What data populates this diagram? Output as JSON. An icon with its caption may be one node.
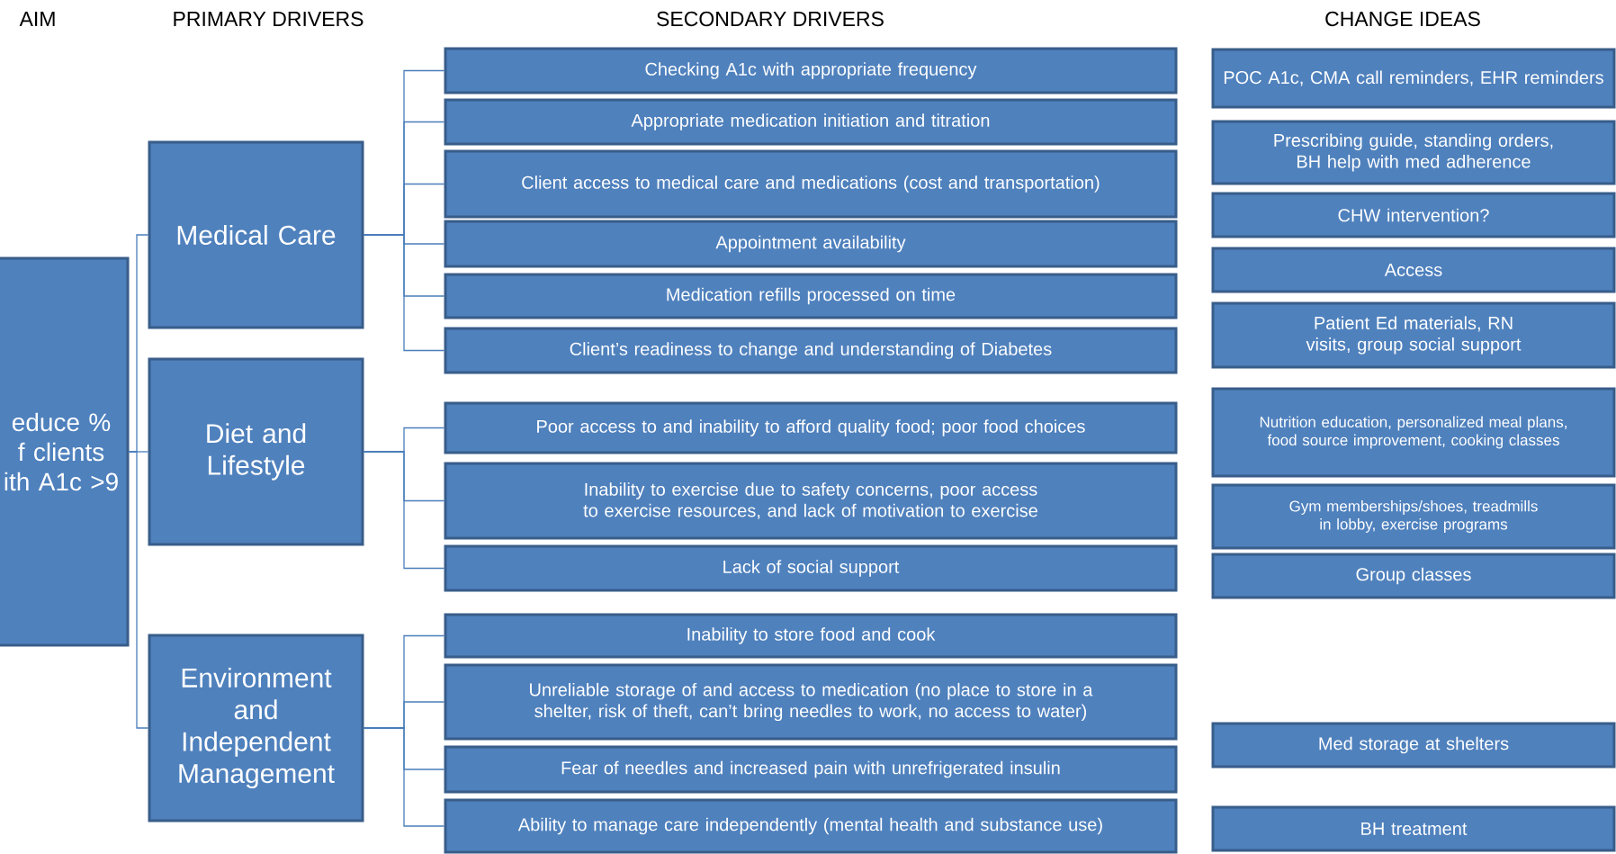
{
  "diagram": {
    "nodes": [
      {
        "text": [
          "educe % f clients ith A1c >9"
        ]
      },
      {
        "text": [
          "Medical Care"
        ]
      },
      {
        "text": [
          "Diet and Lifestyle"
        ]
      },
      {
        "text": [
          "Environment and Independent Management"
        ]
      },
      {
        "text": [
          "Checking A1c with appropriate frequency"
        ]
      },
      {
        "text": [
          "Appropriate medication initiation and titration"
        ]
      },
      {
        "text": [
          "Client access to medical care and medications (cost and transportation)"
        ]
      },
      {
        "text": [
          "Appointment availability"
        ]
      },
      {
        "text": [
          "Medication refills processed on time"
        ]
      },
      {
        "text": [
          "Client’s readiness to change and understanding of Diabetes"
        ]
      },
      {
        "text": [
          "Poor access to and inability to afford quality food; poor food choices"
        ]
      },
      {
        "text": [
          "Inability to exercise due to safety concerns, poor access to exercise resources, and lack of motivation to exercise"
        ]
      },
      {
        "text": [
          "Lack of social support"
        ]
      },
      {
        "text": [
          "Inability to store food and cook"
        ]
      },
      {
        "text": [
          "Unreliable storage of and access to medication (no place to store in a shelter, risk of theft, can’t bring needles to work, no access to water)"
        ]
      },
      {
        "text": [
          "Fear of needles and increased pain with unrefrigerated insulin"
        ]
      },
      {
        "text": [
          "Ability to manage care independently (mental health and substance use)"
        ]
      },
      {
        "text": [
          "POC A1c, CMA call reminders, EHR reminders"
        ]
      },
      {
        "text": [
          "Prescribing guide, standing orders, BH help with med adherence"
        ]
      },
      {
        "text": [
          "CHW intervention?"
        ]
      },
      {
        "text": [
          "Access"
        ]
      },
      {
        "text": [
          "Patient Ed materials, RN visits, group social support"
        ]
      },
      {
        "text": [
          "Nutrition education, personalized meal plans, food source improvement, cooking classes"
        ]
      },
      {
        "text": [
          "Gym memberships/shoes, treadmills in lobby, exercise programs"
        ]
      },
      {
        "text": [
          "Group classes"
        ]
      },
      {
        "text": [
          "Med storage at shelters"
        ]
      },
      {
        "text": [
          "BH treatment"
        ]
      }
    ],
    "edges": [
      {
        "from": 0,
        "to": 1,
        "arrow": "none"
      },
      {
        "from": 0,
        "to": 2,
        "arrow": "none"
      },
      {
        "from": 0,
        "to": 3,
        "arrow": "none"
      },
      {
        "from": 1,
        "to": 4,
        "arrow": "none"
      },
      {
        "from": 1,
        "to": 5,
        "arrow": "none"
      },
      {
        "from": 1,
        "to": 6,
        "arrow": "none"
      },
      {
        "from": 1,
        "to": 7,
        "arrow": "none"
      },
      {
        "from": 1,
        "to": 8,
        "arrow": "none"
      },
      {
        "from": 1,
        "to": 9,
        "arrow": "none"
      },
      {
        "from": 2,
        "to": 10,
        "arrow": "none"
      },
      {
        "from": 2,
        "to": 11,
        "arrow": "none"
      },
      {
        "from": 2,
        "to": 12,
        "arrow": "none"
      },
      {
        "from": 3,
        "to": 13,
        "arrow": "none"
      },
      {
        "from": 3,
        "to": 14,
        "arrow": "none"
      },
      {
        "from": 3,
        "to": 15,
        "arrow": "none"
      },
      {
        "from": 3,
        "to": 16,
        "arrow": "none"
      }
    ],
    "labels": [
      "AIM",
      "PRIMARY DRIVERS",
      "SECONDARY DRIVERS",
      "CHANGE IDEAS"
    ]
  }
}
